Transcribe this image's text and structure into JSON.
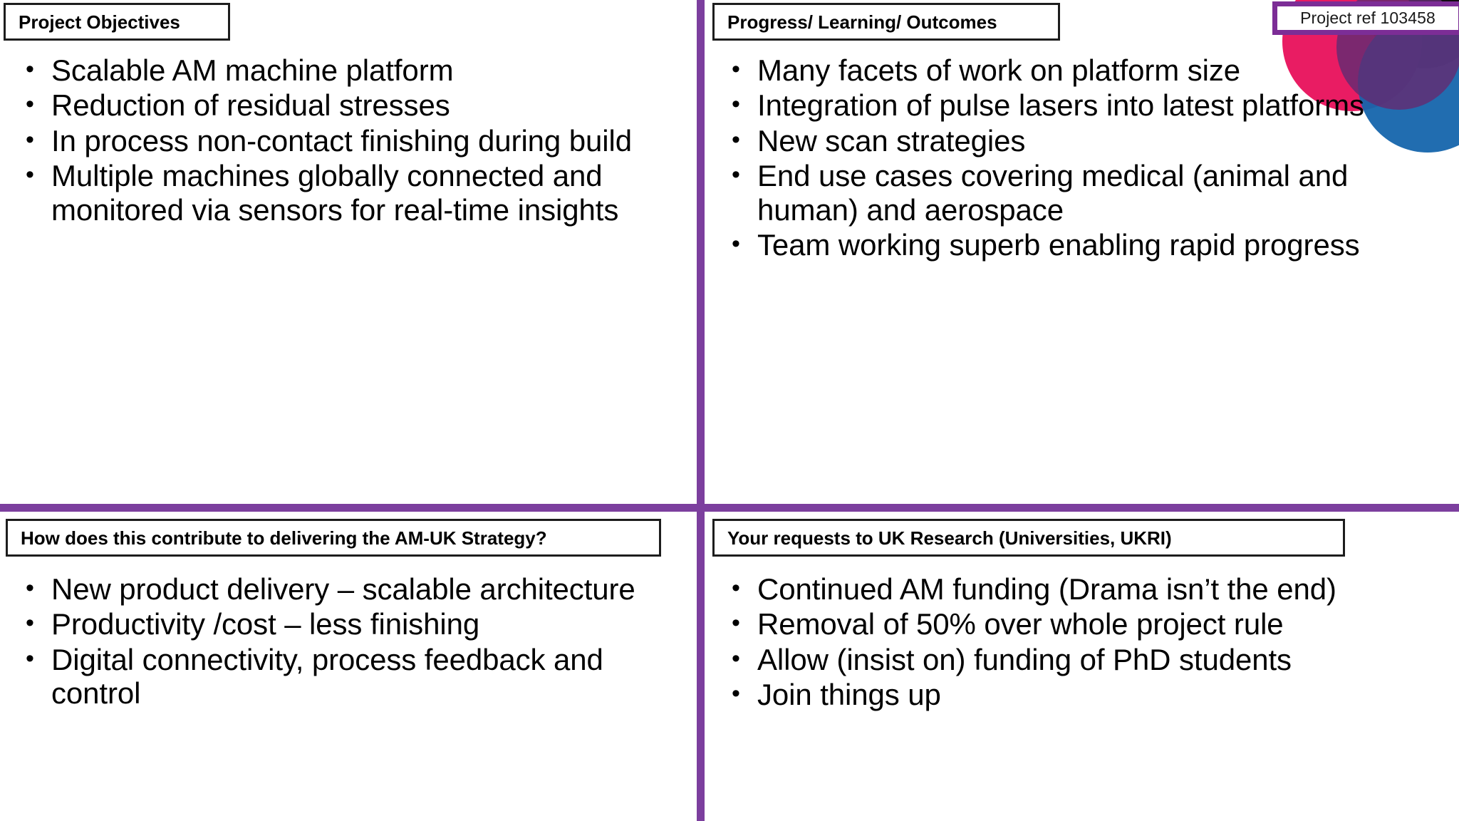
{
  "slide": {
    "project_ref": "Project ref 103458",
    "accent_purple": "#7C3F9E",
    "badge_border": "#7C2D96",
    "circle_pink": "#E8105B",
    "circle_blue": "#1565AC",
    "circle_purple": "#632B72",
    "circle_black": "#120B12"
  },
  "quadrants": {
    "top_left": {
      "header": "Project Objectives",
      "bullets": [
        "Scalable AM machine platform",
        "Reduction of residual stresses",
        "In process non-contact finishing during build",
        "Multiple machines globally connected and monitored via sensors for real-time insights"
      ]
    },
    "top_right": {
      "header": "Progress/ Learning/ Outcomes",
      "bullets": [
        "Many facets of work on platform size",
        "Integration of pulse lasers into latest platforms",
        "New scan strategies",
        "End use cases covering medical (animal and human) and aerospace",
        "Team working superb enabling rapid progress"
      ]
    },
    "bottom_left": {
      "header": "How does this contribute to delivering the AM-UK Strategy?",
      "bullets": [
        "New product delivery – scalable architecture",
        "Productivity /cost – less finishing",
        "Digital connectivity, process feedback and control"
      ]
    },
    "bottom_right": {
      "header": "Your requests to UK Research (Universities, UKRI)",
      "bullets": [
        "Continued AM funding (Drama isn’t the end)",
        "Removal of 50% over whole project rule",
        "Allow (insist on) funding of PhD students",
        "Join things up"
      ]
    }
  }
}
